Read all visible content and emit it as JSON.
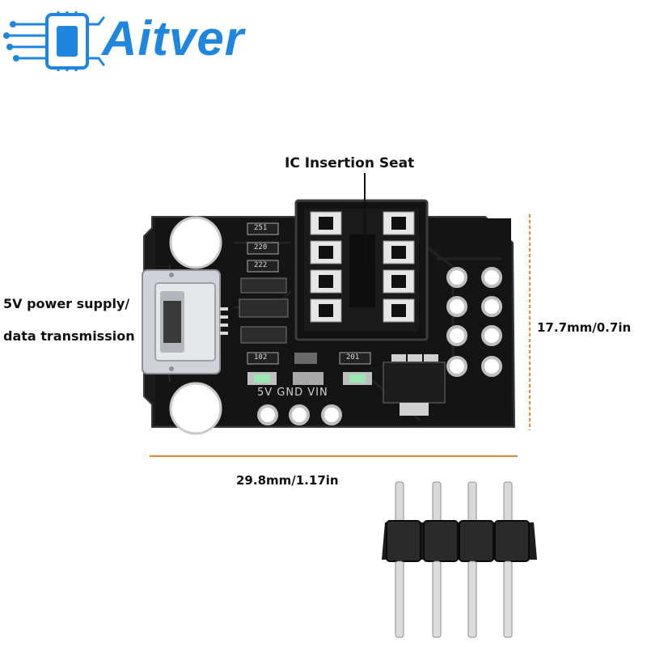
{
  "brand": {
    "name": "Aitver",
    "color": "#1f86e0"
  },
  "callouts": {
    "ic_seat": "IC Insertion Seat",
    "usb_line1": "5V power supply/",
    "usb_line2": "data transmission"
  },
  "dimensions": {
    "height": "17.7mm/0.7in",
    "width": "29.8mm/1.17in",
    "line_color": "#e08a2c"
  },
  "board": {
    "silkscreen": "5V GND VIN",
    "resistor_labels": [
      "251",
      "220",
      "222",
      "102",
      "201"
    ],
    "pcb_color": "#141414",
    "led_color": "#9be8b0"
  }
}
